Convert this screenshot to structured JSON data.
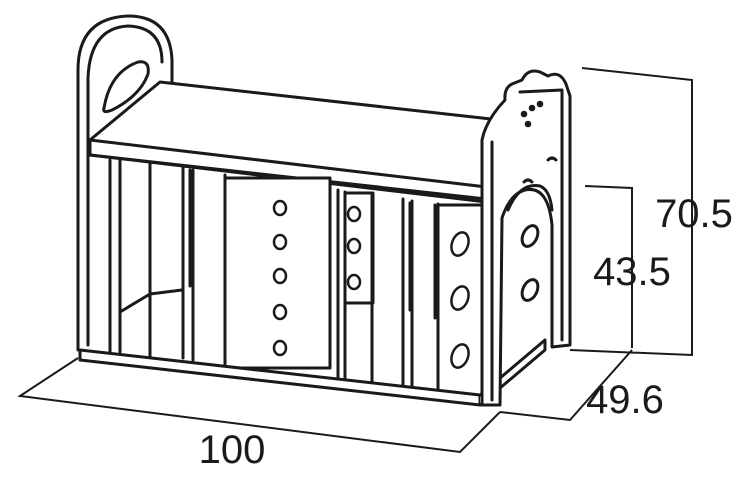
{
  "diagram": {
    "subject": "book-rack-line-drawing",
    "colors": {
      "line": "#1a1a1a",
      "fill": "#ffffff",
      "panel": "#ffffff"
    },
    "dimensions": {
      "width": "100",
      "depth": "49.6",
      "overall_height": "70.5",
      "seat_height": "43.5"
    }
  }
}
